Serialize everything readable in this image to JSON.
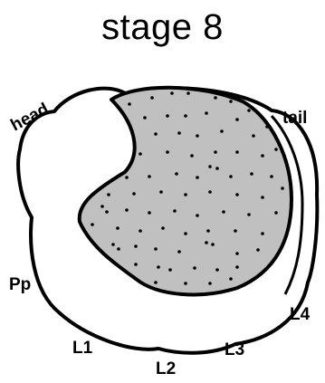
{
  "title": "stage 8",
  "labels": {
    "head": "head",
    "tail": "tail",
    "pp": "Pp",
    "l1": "L1",
    "l2": "L2",
    "l3": "L3",
    "l4": "L4"
  },
  "colors": {
    "outline": "#000000",
    "shaded_region": "#c0c0c0",
    "dots": "#000000",
    "background": "#ffffff"
  }
}
